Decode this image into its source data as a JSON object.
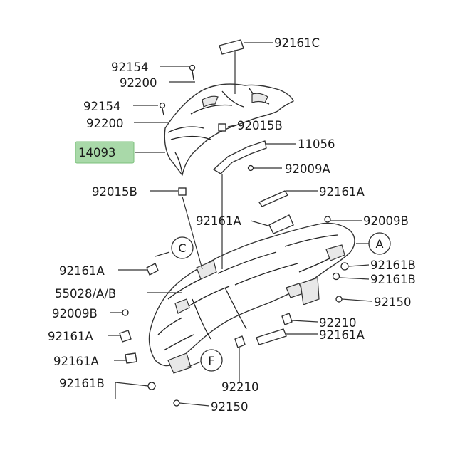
{
  "diagram": {
    "highlight_color": "#a9d9a9",
    "ref_circles": [
      "C",
      "A",
      "F"
    ],
    "labels": [
      "92161C",
      "92154",
      "92200",
      "92154",
      "92200",
      "92015B",
      "14093",
      "11056",
      "92009A",
      "92015B",
      "92161A",
      "92161A",
      "92009B",
      "92161A",
      "55028/A/B",
      "92009B",
      "92161B",
      "92161B",
      "92150",
      "92210",
      "92161A",
      "92161A",
      "92161A",
      "92161B",
      "92210",
      "92150"
    ],
    "highlighted_part": "14093"
  }
}
